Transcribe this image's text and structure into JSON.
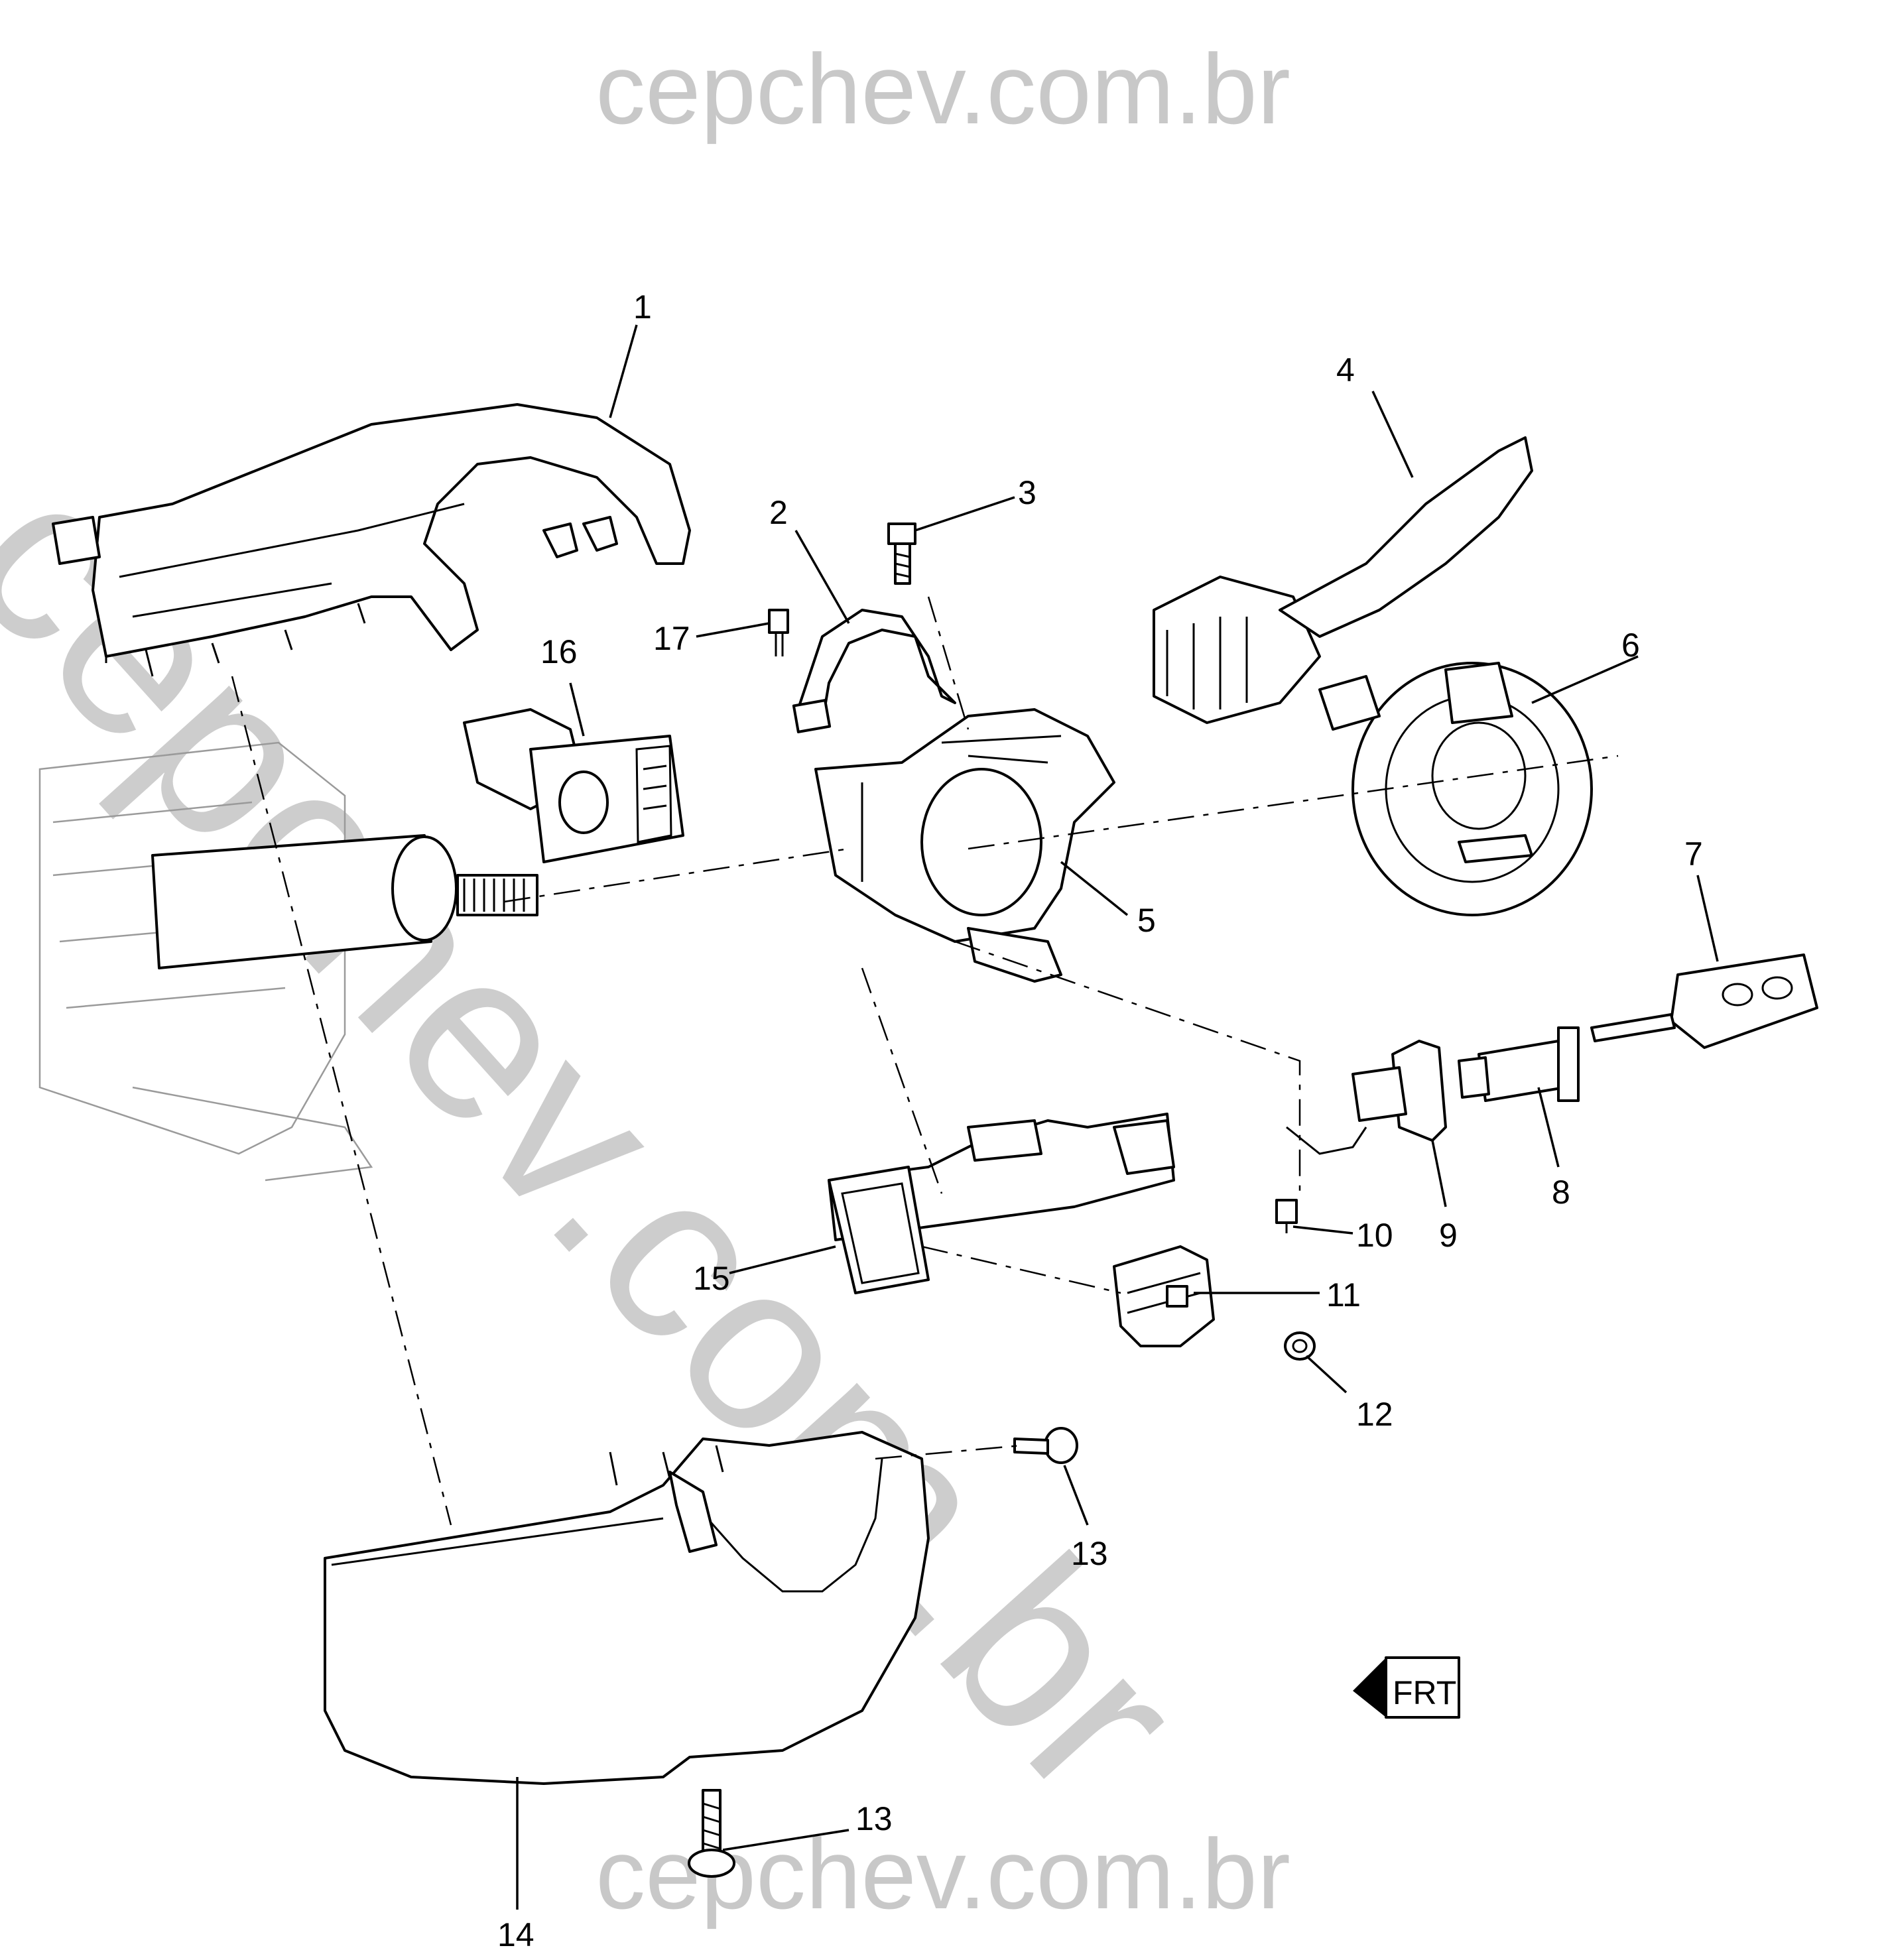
{
  "watermarks": {
    "top": "cepchev.com.br",
    "bottom": "cepchev.com.br",
    "diagonal": "cepchev.com.br"
  },
  "front_indicator": "FRT",
  "callouts": {
    "c1": "1",
    "c2": "2",
    "c3": "3",
    "c4": "4",
    "c5": "5",
    "c6": "6",
    "c7": "7",
    "c8": "8",
    "c9": "9",
    "c10": "10",
    "c11": "11",
    "c12": "12",
    "c13a": "13",
    "c13b": "13",
    "c14": "14",
    "c15": "15",
    "c16": "16",
    "c17": "17"
  }
}
